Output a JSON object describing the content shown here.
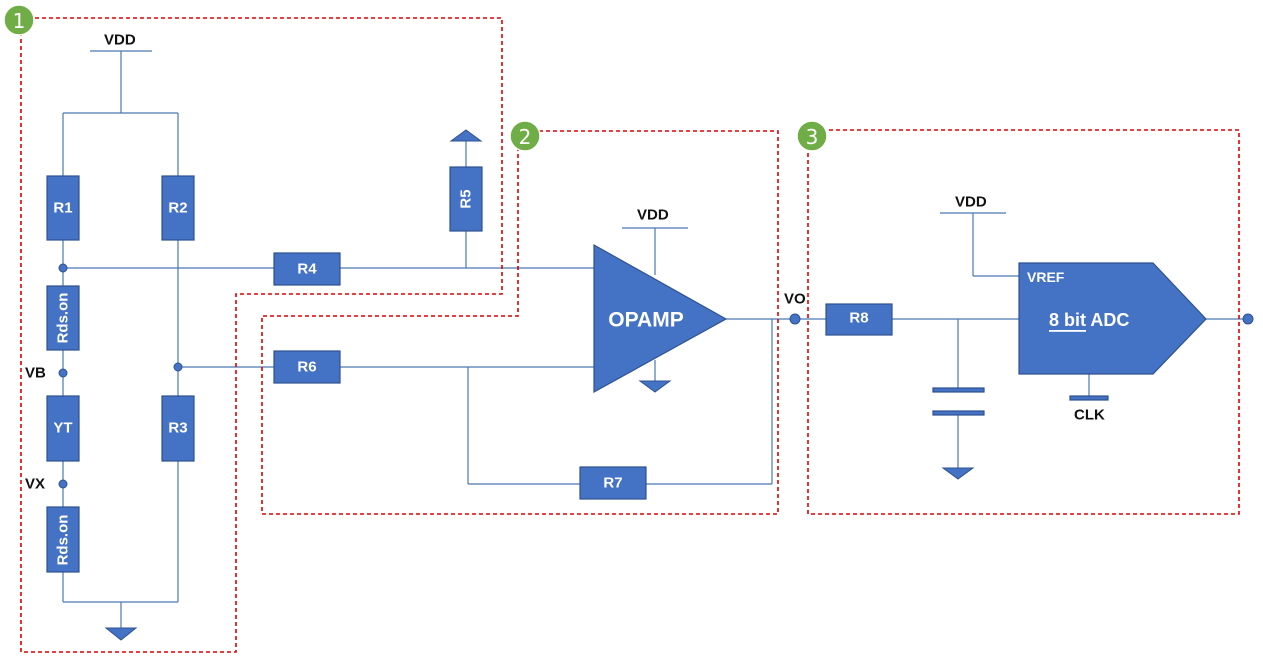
{
  "regions": [
    {
      "number": "1"
    },
    {
      "number": "2"
    },
    {
      "number": "3"
    }
  ],
  "components": {
    "r1": "R1",
    "r2": "R2",
    "r3": "R3",
    "r4": "R4",
    "r5": "R5",
    "r6": "R6",
    "r7": "R7",
    "r8": "R8",
    "rds_top": "Rds.on",
    "rds_bottom": "Rds.on",
    "yt": "YT",
    "opamp": "OPAMP",
    "adc_label_underlined": "8 bit",
    "adc_label_rest": " ADC",
    "vref": "VREF"
  },
  "nets": {
    "vdd_bridge": "VDD",
    "vdd_opamp": "VDD",
    "vdd_adc": "VDD",
    "vb": "VB",
    "vx": "VX",
    "vo": "VO",
    "clk": "CLK"
  },
  "colors": {
    "component_fill": "#4472c4",
    "wire": "#4a78b2",
    "region_border": "#e00000",
    "badge": "#70ad47"
  }
}
